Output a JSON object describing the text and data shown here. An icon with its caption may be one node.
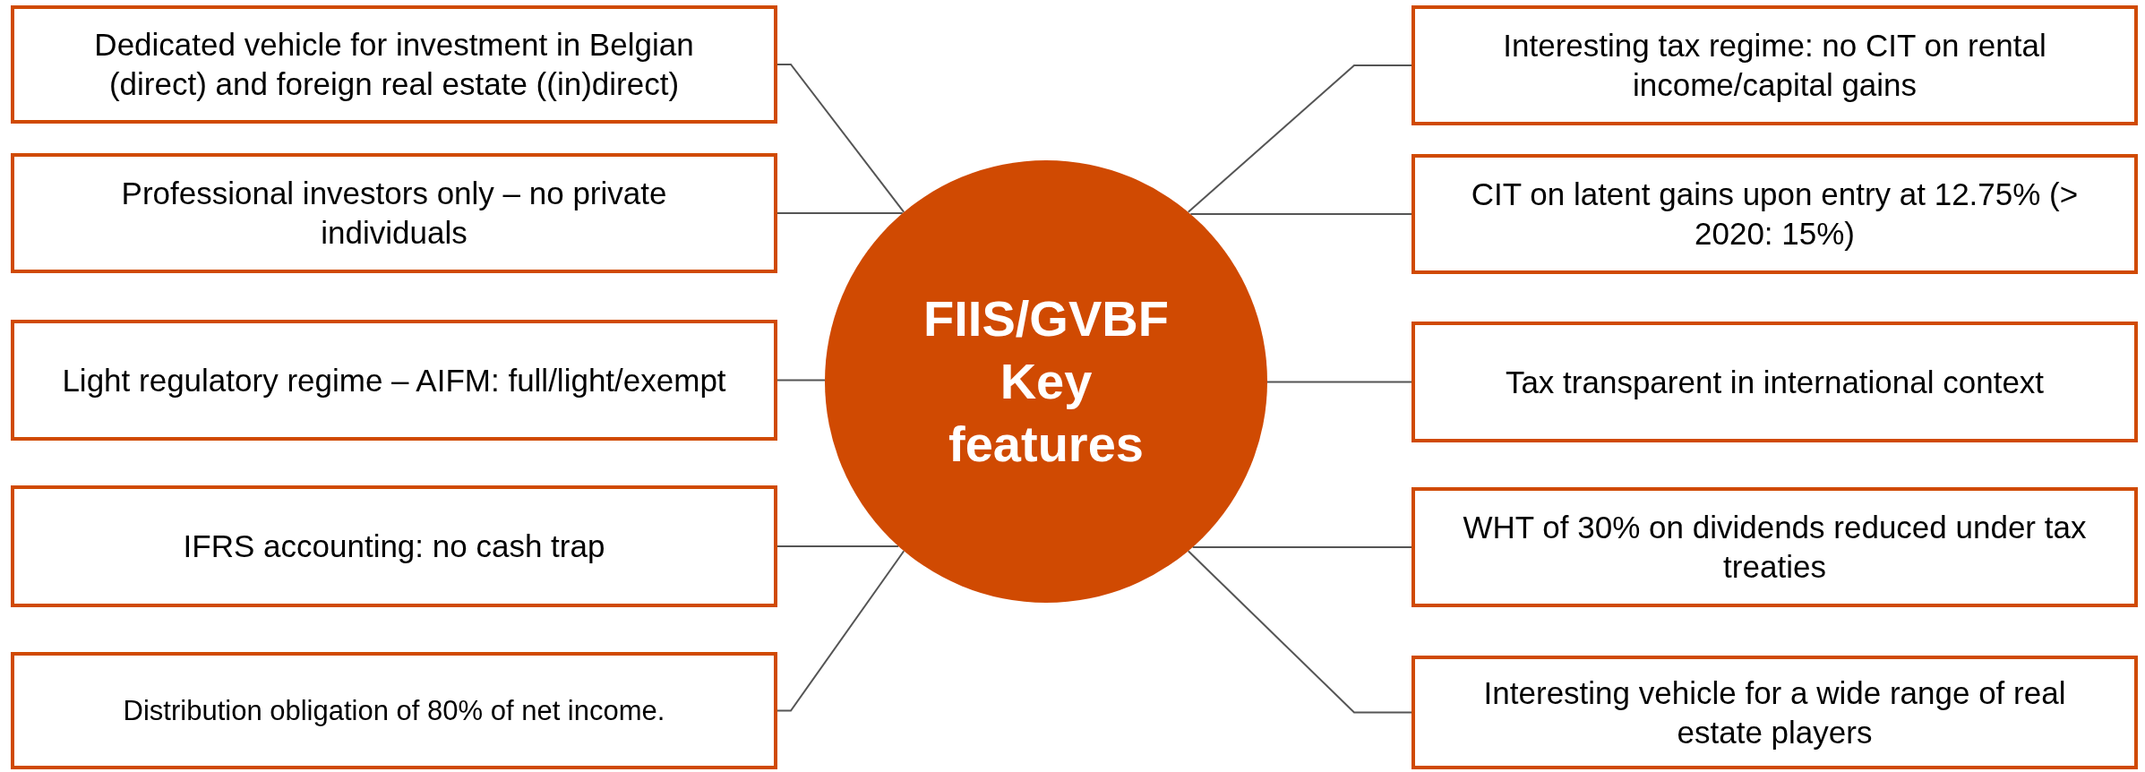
{
  "diagram": {
    "nodes": [
      {
        "text": [
          "Dedicated vehicle for investment in Belgian (direct) and foreign real estate ((in)direct)"
        ]
      },
      {
        "text": [
          "Professional investors only – no private individuals"
        ]
      },
      {
        "text": [
          "Light regulatory regime – AIFM: full/light/exempt"
        ]
      },
      {
        "text": [
          "IFRS accounting: no cash trap"
        ]
      },
      {
        "text": [
          "Distribution obligation of 80% of net income."
        ]
      },
      {
        "text": [
          "FIIS/GVBF Key features"
        ]
      },
      {
        "text": [
          "Interesting tax regime: no CIT on rental income/capital gains"
        ]
      },
      {
        "text": [
          "CIT on latent gains upon entry at 12.75% (> 2020: 15%)"
        ]
      },
      {
        "text": [
          "Tax transparent in international context"
        ]
      },
      {
        "text": [
          "WHT of 30% on dividends reduced under tax treaties"
        ]
      },
      {
        "text": [
          "Interesting vehicle for a wide range of real estate players"
        ]
      }
    ],
    "edges": [
      {
        "from": 5,
        "to": 0,
        "arrow": "none"
      },
      {
        "from": 5,
        "to": 1,
        "arrow": "none"
      },
      {
        "from": 5,
        "to": 2,
        "arrow": "none"
      },
      {
        "from": 5,
        "to": 3,
        "arrow": "none"
      },
      {
        "from": 5,
        "to": 4,
        "arrow": "none"
      },
      {
        "from": 5,
        "to": 6,
        "arrow": "none"
      },
      {
        "from": 5,
        "to": 7,
        "arrow": "none"
      },
      {
        "from": 5,
        "to": 8,
        "arrow": "none"
      },
      {
        "from": 5,
        "to": 9,
        "arrow": "none"
      },
      {
        "from": 5,
        "to": 10,
        "arrow": "none"
      }
    ]
  }
}
